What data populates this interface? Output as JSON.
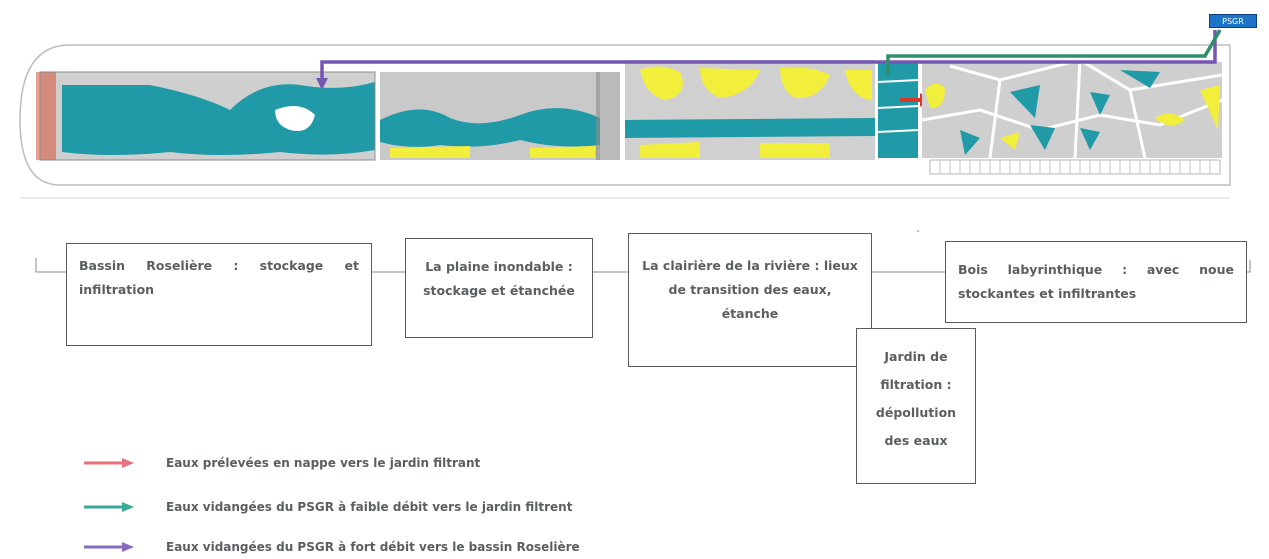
{
  "plan": {
    "psgr_label": "PSGR"
  },
  "zones": [
    {
      "id": "basin",
      "text": "Bassin Roselière : stockage et infiltration"
    },
    {
      "id": "plain",
      "text": "La plaine inondable : stockage et étanchée"
    },
    {
      "id": "clearing",
      "text": "La clairière de la rivière : lieux de transition des eaux, étanche"
    },
    {
      "id": "woods",
      "text": "Bois labyrinthique : avec noue stockantes et infiltrantes"
    },
    {
      "id": "garden",
      "text": "Jardin de filtration : dépollution des eaux"
    }
  ],
  "legend": [
    {
      "color": "#e8707a",
      "text": "Eaux prélevées en nappe vers le jardin filtrant"
    },
    {
      "color": "#3aa89a",
      "text": "Eaux vidangées du PSGR à faible débit vers le jardin filtrent"
    },
    {
      "color": "#8a6bc0",
      "text": "Eaux vidangées du PSGR à fort débit vers le bassin Roselière"
    }
  ],
  "colors": {
    "water": "#1f9aa6",
    "plant": "#f2ee3c",
    "ground": "#c9c9c9",
    "edge": "#d9533b",
    "flow_low": "#2f8f6c",
    "flow_high": "#7557b3"
  }
}
